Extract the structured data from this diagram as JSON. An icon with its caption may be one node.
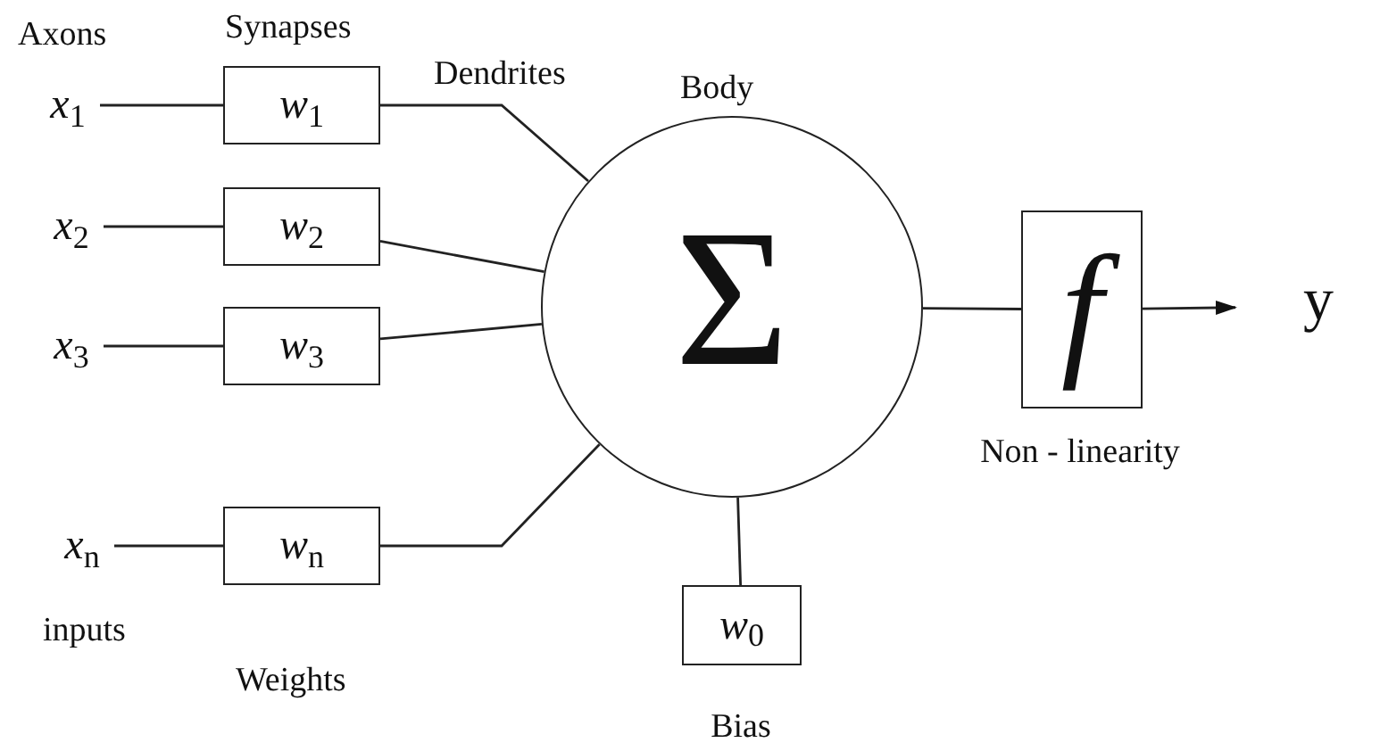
{
  "diagram": {
    "nodes": [
      {
        "text": [
          "*x*$_{1}$"
        ]
      },
      {
        "text": [
          "*w*$_{1}$"
        ]
      },
      {
        "text": [
          "*x*$_{2}$"
        ]
      },
      {
        "text": [
          "*w*$_{2}$"
        ]
      },
      {
        "text": [
          "*x*$_{3}$"
        ]
      },
      {
        "text": [
          "*w*$_{3}$"
        ]
      },
      {
        "text": [
          "*x*$_{n}$"
        ]
      },
      {
        "text": [
          "*w*$_{n}$"
        ]
      },
      {
        "text": [
          "Body",
          "Σ"
        ]
      },
      {
        "text": [
          "*w*$_{0}$"
        ],
        "beside": [
          "Bias"
        ]
      },
      {
        "text": [
          "*f*"
        ],
        "beside": [
          "Non - linearity"
        ]
      },
      {
        "text": [
          "y"
        ]
      }
    ],
    "edges": [
      {
        "from": 0,
        "to": 1,
        "arrow": "none"
      },
      {
        "from": 1,
        "to": 8,
        "arrow": "none"
      },
      {
        "from": 2,
        "to": 3,
        "arrow": "none"
      },
      {
        "from": 3,
        "to": 8,
        "arrow": "none"
      },
      {
        "from": 4,
        "to": 5,
        "arrow": "none"
      },
      {
        "from": 5,
        "to": 8,
        "arrow": "none"
      },
      {
        "from": 6,
        "to": 7,
        "arrow": "none"
      },
      {
        "from": 7,
        "to": 8,
        "arrow": "none"
      },
      {
        "from": 9,
        "to": 8,
        "arrow": "none"
      },
      {
        "from": 8,
        "to": 10,
        "arrow": "none"
      },
      {
        "from": 10,
        "to": 11,
        "arrow": "to"
      }
    ],
    "labels": [
      "Axons",
      "Synapses",
      "Dendrites",
      "inputs",
      "Weights"
    ]
  }
}
